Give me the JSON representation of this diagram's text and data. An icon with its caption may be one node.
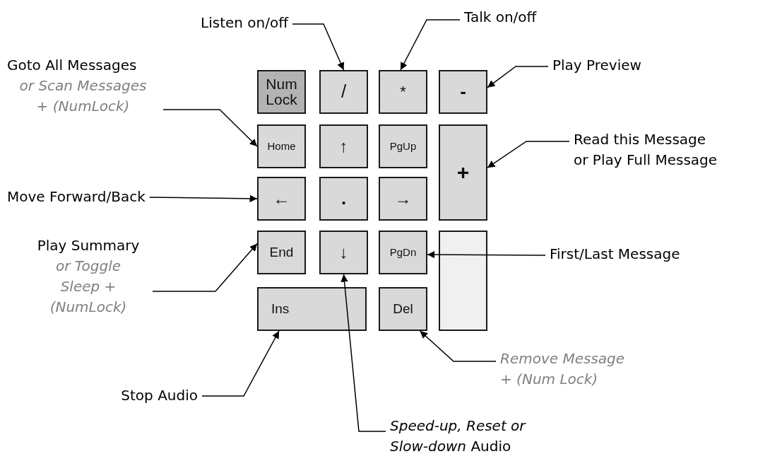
{
  "diagram": {
    "nodes": [
      {
        "text": [
          "Num Lock"
        ]
      },
      {
        "text": [
          "/"
        ]
      },
      {
        "text": [
          "*"
        ]
      },
      {
        "text": [
          "-"
        ]
      },
      {
        "text": [
          "Home"
        ]
      },
      {
        "text": [
          "↑"
        ]
      },
      {
        "text": [
          "PgUp"
        ]
      },
      {
        "text": [
          "+"
        ]
      },
      {
        "text": [
          "←"
        ]
      },
      {
        "text": [
          "."
        ]
      },
      {
        "text": [
          "→"
        ]
      },
      {
        "text": [
          "End"
        ]
      },
      {
        "text": [
          "↓"
        ]
      },
      {
        "text": [
          "PgDn"
        ]
      },
      {
        "text": [],
        "shape": "box"
      },
      {
        "text": [
          "Ins"
        ]
      },
      {
        "text": [
          "Del"
        ]
      },
      {
        "text": [
          "Listen on/off"
        ]
      },
      {
        "text": [
          "Talk on/off"
        ]
      },
      {
        "text": [
          "Play Preview"
        ]
      },
      {
        "text": [
          "Goto All Messages",
          "or Scan Messages + (NumLock)"
        ]
      },
      {
        "text": [
          "Read this Message or Play Full Message"
        ]
      },
      {
        "text": [
          "Move Forward/Back"
        ]
      },
      {
        "text": [
          "Play Summary",
          "or Toggle Sleep + (NumLock)"
        ]
      },
      {
        "text": [
          "First/Last Message"
        ]
      },
      {
        "text": [
          "Stop Audio"
        ]
      },
      {
        "text": [
          "Remove Message + (Num Lock)"
        ]
      },
      {
        "text": [
          "*Speed-up, Reset or Slow-down* Audio"
        ]
      }
    ],
    "edges": [
      {
        "from": 17,
        "to": 1,
        "arrow": "to"
      },
      {
        "from": 18,
        "to": 2,
        "arrow": "to"
      },
      {
        "from": 19,
        "to": 3,
        "arrow": "to"
      },
      {
        "from": 20,
        "to": 4,
        "arrow": "to"
      },
      {
        "from": 21,
        "to": 7,
        "arrow": "to"
      },
      {
        "from": 22,
        "to": 8,
        "arrow": "to"
      },
      {
        "from": 23,
        "to": 11,
        "arrow": "to"
      },
      {
        "from": 24,
        "to": 13,
        "arrow": "to"
      },
      {
        "from": 25,
        "to": 15,
        "arrow": "to"
      },
      {
        "from": 26,
        "to": 16,
        "arrow": "to"
      },
      {
        "from": 27,
        "to": 12,
        "arrow": "to"
      }
    ]
  }
}
